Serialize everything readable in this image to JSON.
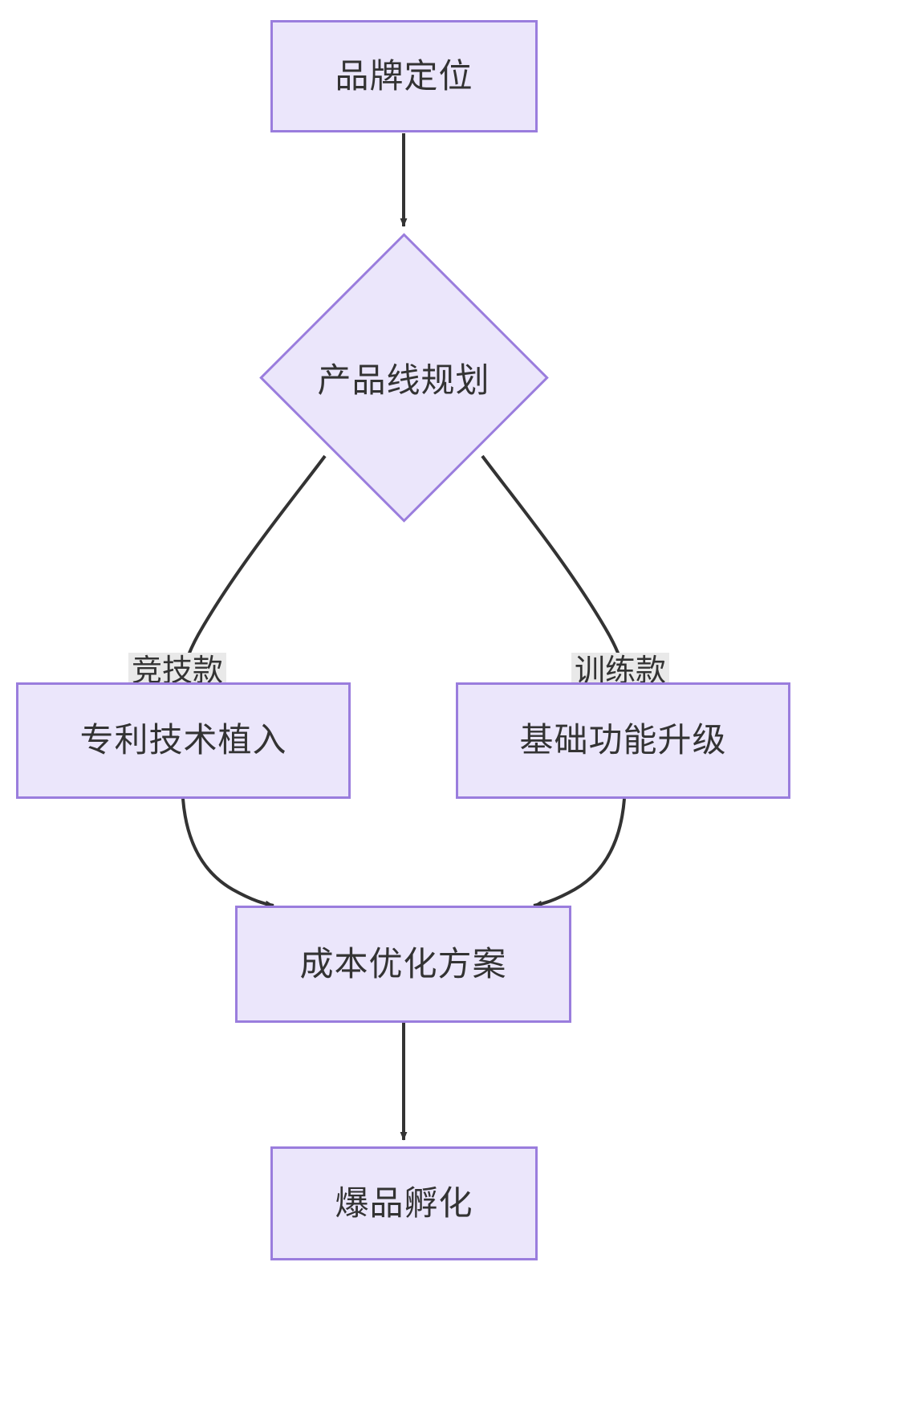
{
  "diagram": {
    "type": "flowchart",
    "direction": "top-to-bottom",
    "title": "",
    "theme": {
      "node_fill": "#ebe6fb",
      "node_stroke": "#9a7ddd",
      "node_text": "#333333",
      "edge_stroke": "#333333",
      "edge_label_background": "#e9e9e9",
      "page_background": "#ffffff"
    },
    "nodes": [
      {
        "id": "A",
        "shape": "rectangle",
        "label": "品牌定位"
      },
      {
        "id": "B",
        "shape": "diamond",
        "label": "产品线规划"
      },
      {
        "id": "C",
        "shape": "rectangle",
        "label": "专利技术植入"
      },
      {
        "id": "D",
        "shape": "rectangle",
        "label": "基础功能升级"
      },
      {
        "id": "E",
        "shape": "rectangle",
        "label": "成本优化方案"
      },
      {
        "id": "F",
        "shape": "rectangle",
        "label": "爆品孵化"
      }
    ],
    "edges": [
      {
        "from": "A",
        "to": "B",
        "label": "",
        "arrow": "filled"
      },
      {
        "from": "B",
        "to": "C",
        "label": "竞技款",
        "arrow": "filled"
      },
      {
        "from": "B",
        "to": "D",
        "label": "训练款",
        "arrow": "filled"
      },
      {
        "from": "C",
        "to": "E",
        "label": "",
        "arrow": "filled"
      },
      {
        "from": "D",
        "to": "E",
        "label": "",
        "arrow": "filled"
      },
      {
        "from": "E",
        "to": "F",
        "label": "",
        "arrow": "filled"
      }
    ]
  }
}
